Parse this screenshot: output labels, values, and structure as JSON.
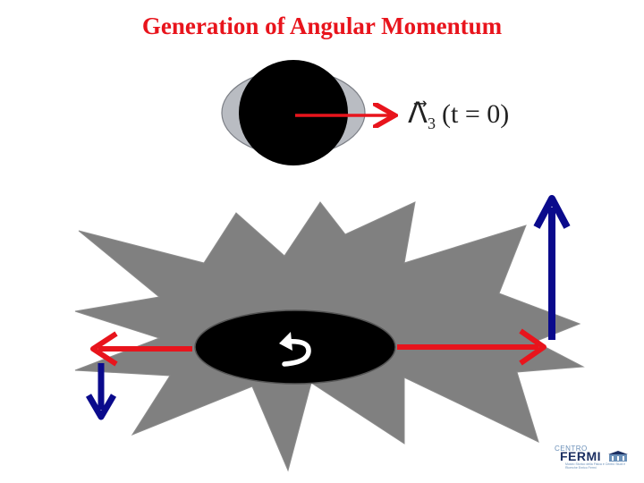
{
  "title": "Generation of Angular Momentum",
  "top_figure": {
    "vector_label": "Λ⃗",
    "subscript": "3",
    "argument": "(t = 0)"
  },
  "logo": {
    "line1": "CENTRO",
    "line2": "FERMI",
    "line3": "Museo Storico della Fisica e Centro Studi e Ricerche Enrico Fermi"
  },
  "colors": {
    "title": "#e8141c",
    "star": "#808080",
    "body": "#000000",
    "red_arrow": "#e8141c",
    "blue_arrow": "#0a0a8c",
    "halo": "#b9bcc2"
  }
}
